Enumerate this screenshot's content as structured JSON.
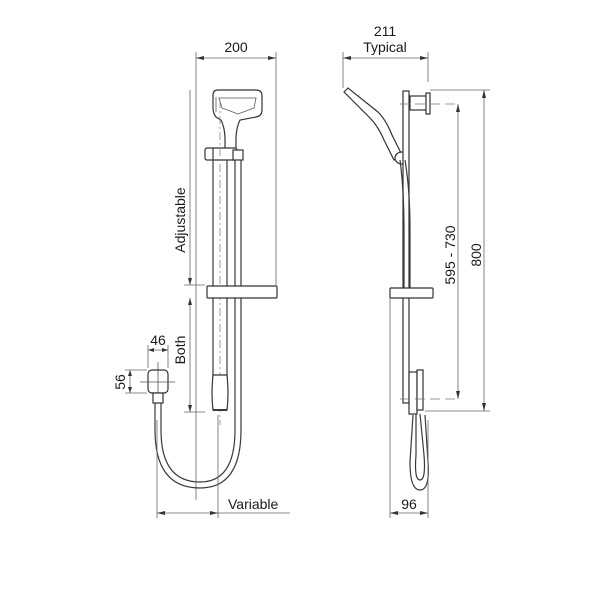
{
  "drawing": {
    "title": "Shower rail kit dimension drawing",
    "front_view": {
      "width_label": "200",
      "adjustable_label": "Adjustable",
      "both_label": "Both",
      "outlet_width_label": "46",
      "outlet_height_label": "56",
      "hose_label": "Variable"
    },
    "side_view": {
      "projection_value": "211",
      "projection_label": "Typical",
      "fixing_centres_label": "595 - 730",
      "rail_height_label": "800",
      "depth_label": "96"
    }
  }
}
